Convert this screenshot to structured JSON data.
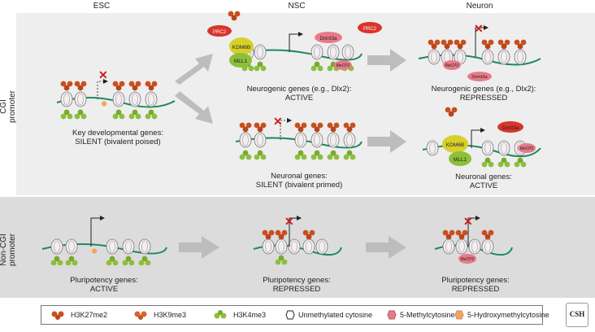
{
  "columns": [
    "ESC",
    "NSC",
    "Neuron"
  ],
  "row_labels": {
    "cgi": "CGI\npromoter",
    "noncgi": "Non-CGI\npromoter"
  },
  "captions": {
    "esc_cgi": [
      "Key developmental genes:",
      "SILENT (bivalent poised)"
    ],
    "nsc_neurogenic": [
      "Neurogenic genes (e.g., Dlx2):",
      "ACTIVE"
    ],
    "neuron_neurogenic": [
      "Neurogenic genes (e.g., Dlx2):",
      "REPRESSED"
    ],
    "nsc_neuronal": [
      "Neuronal genes:",
      "SILENT (bivalent primed)"
    ],
    "neuron_neuronal": [
      "Neuronal genes:",
      "ACTIVE"
    ],
    "esc_pluri": [
      "Pluripotency genes:",
      "ACTIVE"
    ],
    "nsc_pluri": [
      "Pluripotency genes:",
      "REPRESSED"
    ],
    "neuron_pluri": [
      "Pluripotency genes:",
      "REPRESSED"
    ]
  },
  "proteins": {
    "prc2": "PRC2",
    "kdm6b": "KDM6B",
    "mll1": "MLL1",
    "dnmt3a": "Dnmt3a",
    "mecp2": "MeCP2"
  },
  "legend": [
    {
      "label": "H3K27me2",
      "icon": "h3k27-icon",
      "color": "#c8501e"
    },
    {
      "label": "H3K9me3",
      "icon": "h3k9-icon",
      "color": "#d7642d"
    },
    {
      "label": "H3K4me3",
      "icon": "h3k4-icon",
      "color": "#8cbf3a"
    },
    {
      "label": "Unmethylated cytosine",
      "icon": "hexagon-open-icon",
      "color": "#ffffff"
    },
    {
      "label": "5-Methylcytosine",
      "icon": "hexagon-pink-icon",
      "color": "#e87a8a"
    },
    {
      "label": "5-Hydroxymethylcytosine",
      "icon": "hexagon-orange-icon",
      "color": "#f2a65a"
    }
  ],
  "logo_text": "CSH"
}
